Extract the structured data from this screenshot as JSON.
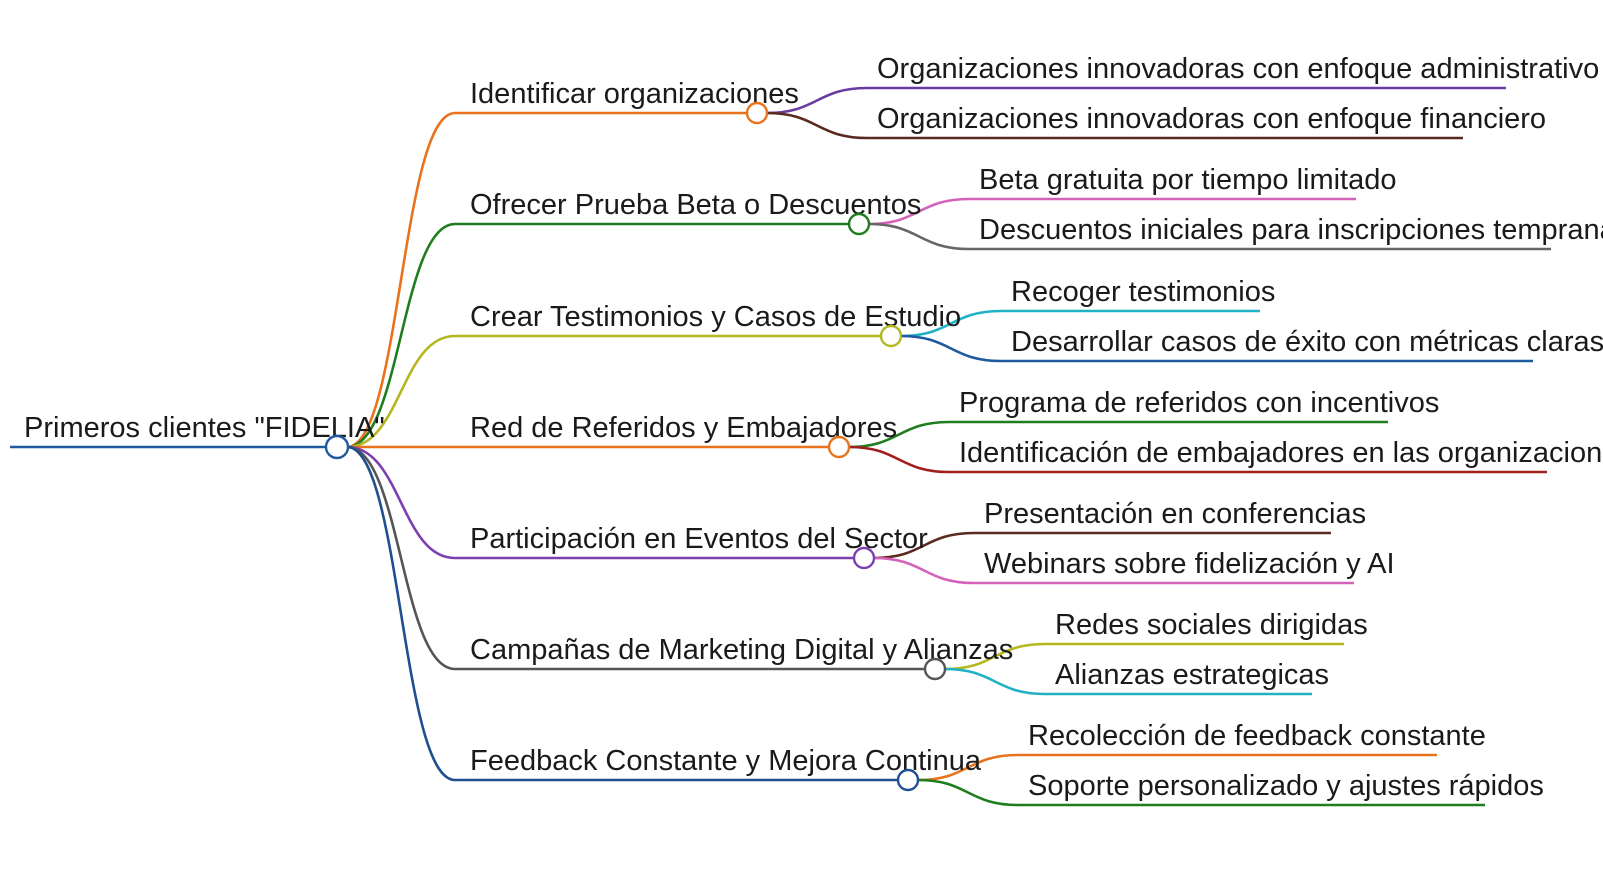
{
  "root": {
    "label": "Primeros clientes \"FIDELIA\"",
    "color": "#1f5aa0"
  },
  "branches": [
    {
      "label": "Identificar organizaciones",
      "color": "#e8731c",
      "children": [
        {
          "label": "Organizaciones innovadoras con enfoque administrativo",
          "color": "#6a3ba1"
        },
        {
          "label": "Organizaciones innovadoras con enfoque financiero",
          "color": "#5a2a20"
        }
      ]
    },
    {
      "label": "Ofrecer Prueba Beta o Descuentos",
      "color": "#1e7d1e",
      "children": [
        {
          "label": "Beta gratuita por tiempo limitado",
          "color": "#d462b8"
        },
        {
          "label": "Descuentos iniciales para inscripciones tempranas",
          "color": "#666666"
        }
      ]
    },
    {
      "label": "Crear Testimonios y Casos de Estudio",
      "color": "#b6b71e",
      "children": [
        {
          "label": "Recoger testimonios",
          "color": "#1fb1c4"
        },
        {
          "label": "Desarrollar casos de éxito con métricas claras",
          "color": "#1f5aa0"
        }
      ]
    },
    {
      "label": "Red de Referidos y Embajadores",
      "color": "#e8731c",
      "children": [
        {
          "label": "Programa de referidos con incentivos",
          "color": "#1e7d1e"
        },
        {
          "label": "Identificación de embajadores en las organizaciones",
          "color": "#a01e1e"
        }
      ]
    },
    {
      "label": "Participación en Eventos del Sector",
      "color": "#7c3fb0",
      "children": [
        {
          "label": "Presentación en conferencias",
          "color": "#5a2a20"
        },
        {
          "label": "Webinars sobre fidelización y AI",
          "color": "#d462b8"
        }
      ]
    },
    {
      "label": "Campañas de Marketing Digital y Alianzas",
      "color": "#555555",
      "children": [
        {
          "label": "Redes sociales dirigidas",
          "color": "#b6b71e"
        },
        {
          "label": "Alianzas estrategicas",
          "color": "#1fb1c4"
        }
      ]
    },
    {
      "label": "Feedback Constante y Mejora Continua",
      "color": "#1f4f8f",
      "children": [
        {
          "label": "Recolección de feedback constante",
          "color": "#e8731c"
        },
        {
          "label": "Soporte personalizado y ajustes rápidos",
          "color": "#1e7d1e"
        }
      ]
    }
  ]
}
